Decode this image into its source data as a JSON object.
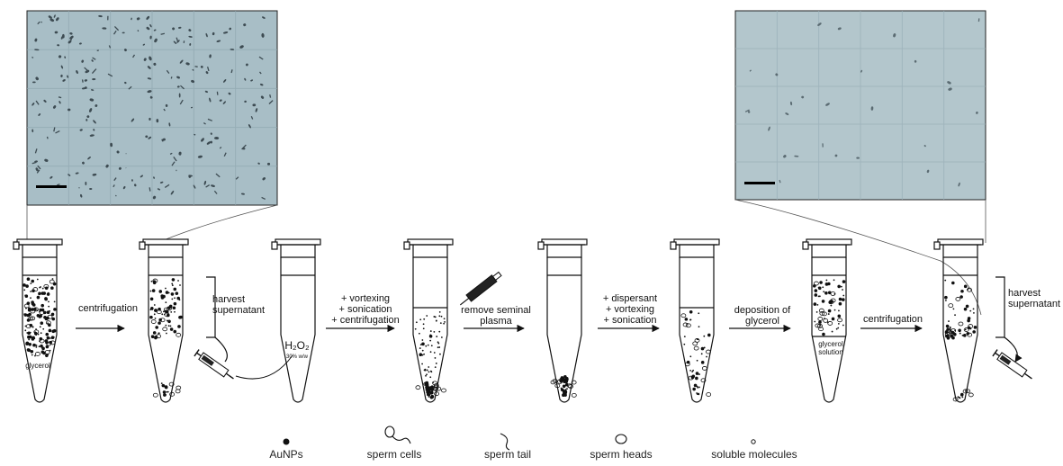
{
  "steps": {
    "centrifugation_1": "centrifugation",
    "harvest_supernatant_1": "harvest supernatant",
    "vortexing_group": [
      "+ vortexing",
      "+ sonication",
      "+ centrifugation"
    ],
    "remove_seminal_plasma": "remove seminal plasma",
    "dispersant_group": [
      "+ dispersant",
      "+ vortexing",
      "+ sonication"
    ],
    "deposition_of_glycerol": "deposition of glycerol",
    "centrifugation_2": "centrifugation",
    "harvest_supernatant_2": "harvest supernatant"
  },
  "tube_labels": {
    "glycerol": "glycerol",
    "h2o2": "H₂O₂",
    "h2o2_conc": "30% w/w",
    "glycerol_solution": "glycerol solution"
  },
  "legend": {
    "aunps": "AuNPs",
    "sperm_cells": "sperm cells",
    "sperm_tail": "sperm tail",
    "sperm_heads": "sperm heads",
    "soluble_molecules": "soluble molecules"
  },
  "colors": {
    "micro_bg": "#a9bfc7",
    "micro_bg_clean": "#b3c6cc",
    "grid": "#8ea6af",
    "line": "#111111"
  },
  "icons": [
    "microcentrifuge-tube-icon",
    "syringe-icon",
    "scale-bar-icon",
    "arrow-icon"
  ]
}
